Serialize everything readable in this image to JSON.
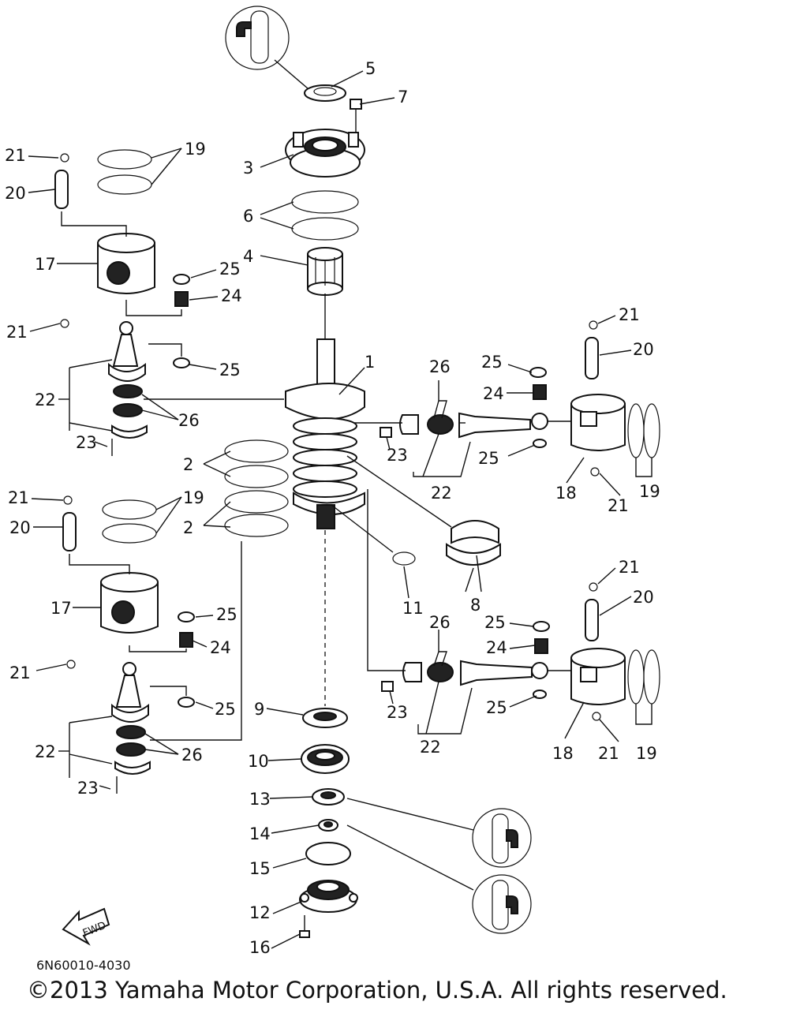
{
  "diagram": {
    "part_labels": {
      "p1": "1",
      "p2a": "2",
      "p2b": "2",
      "p3": "3",
      "p4": "4",
      "p5": "5",
      "p6": "6",
      "p7": "7",
      "p8": "8",
      "p9": "9",
      "p10": "10",
      "p11": "11",
      "p12": "12",
      "p13": "13",
      "p14": "14",
      "p15": "15",
      "p16": "16",
      "p17a": "17",
      "p17b": "17",
      "p18a": "18",
      "p18b": "18",
      "p19a": "19",
      "p19b": "19",
      "p19c": "19",
      "p19d": "19",
      "p20a": "20",
      "p20b": "20",
      "p20c": "20",
      "p20d": "20",
      "p21a": "21",
      "p21b": "21",
      "p21c": "21",
      "p21d": "21",
      "p21e": "21",
      "p21f": "21",
      "p21g": "21",
      "p21h": "21",
      "p22a": "22",
      "p22b": "22",
      "p22c": "22",
      "p22d": "22",
      "p23a": "23",
      "p23b": "23",
      "p23c": "23",
      "p23d": "23",
      "p24a": "24",
      "p24b": "24",
      "p24c": "24",
      "p24d": "24",
      "p25a": "25",
      "p25b": "25",
      "p25c": "25",
      "p25d": "25",
      "p25e": "25",
      "p25f": "25",
      "p25g": "25",
      "p25h": "25",
      "p26a": "26",
      "p26b": "26",
      "p26c": "26",
      "p26d": "26"
    },
    "fwd_label": "FWD",
    "drawing_code": "6N60010-4030",
    "copyright": "©2013 Yamaha Motor Corporation, U.S.A. All rights reserved."
  }
}
